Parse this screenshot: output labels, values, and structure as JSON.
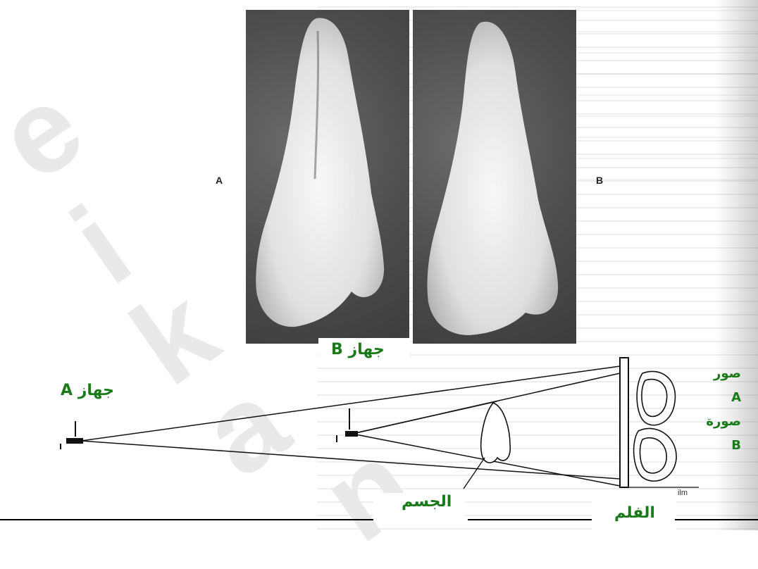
{
  "figure": {
    "panel_a_label": "A",
    "panel_b_label": "B"
  },
  "labels": {
    "machine_a": "جهاز A",
    "machine_b": "جهاز B",
    "object": "الجسم",
    "film": "الفلم"
  },
  "legend": {
    "line1": "صور",
    "line2": "A",
    "line3": "صورة",
    "line4": "B"
  },
  "film_caption": "ilm",
  "watermark": [
    "e",
    "i",
    "k",
    "a",
    "n"
  ],
  "colors": {
    "label_green": "#1a7a1a",
    "xray_background": "#4a4a4a",
    "tooth_light": "#f2f2f2"
  }
}
